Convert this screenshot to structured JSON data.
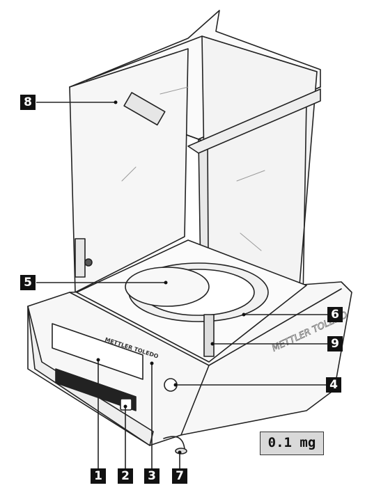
{
  "callouts": [
    {
      "id": "1",
      "label": "1"
    },
    {
      "id": "2",
      "label": "2"
    },
    {
      "id": "3",
      "label": "3"
    },
    {
      "id": "4",
      "label": "4"
    },
    {
      "id": "5",
      "label": "5"
    },
    {
      "id": "6",
      "label": "6"
    },
    {
      "id": "7",
      "label": "7"
    },
    {
      "id": "8",
      "label": "8"
    },
    {
      "id": "9",
      "label": "9"
    }
  ],
  "precision_label": "0.1 mg",
  "device": {
    "brand_front": "METTLER TOLEDO",
    "brand_side": "METTLER TOLEDO"
  },
  "colors": {
    "callout_fill": "#111111",
    "callout_text": "#ffffff",
    "precision_fill": "#d9d9d9",
    "outline": "#222222"
  }
}
